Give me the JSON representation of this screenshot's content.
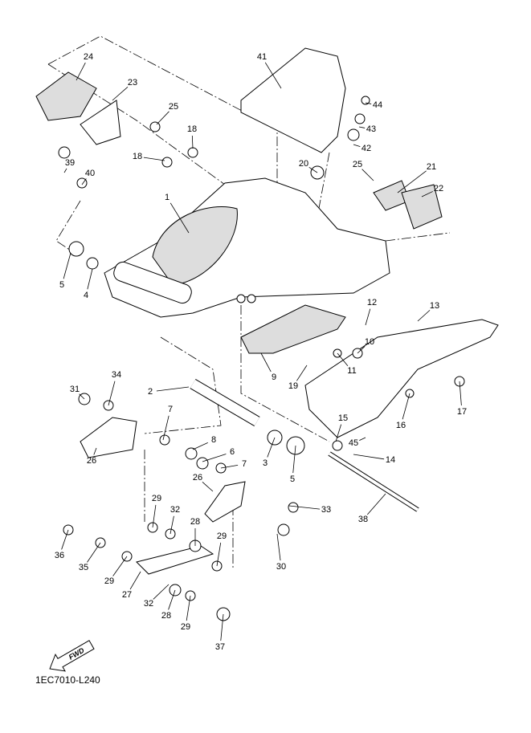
{
  "diagram": {
    "callouts": [
      "24",
      "23",
      "25",
      "41",
      "44",
      "43",
      "42",
      "18",
      "18",
      "20",
      "39",
      "40",
      "25",
      "21",
      "22",
      "1",
      "5",
      "4",
      "12",
      "13",
      "10",
      "11",
      "9",
      "19",
      "2",
      "31",
      "34",
      "7",
      "8",
      "6",
      "7",
      "3",
      "5",
      "15",
      "16",
      "17",
      "45",
      "14",
      "26",
      "26",
      "33",
      "38",
      "29",
      "32",
      "28",
      "29",
      "36",
      "35",
      "29",
      "27",
      "32",
      "28",
      "29",
      "30",
      "37"
    ],
    "fwd_arrow_text": "FWD",
    "drawing_code": "1EC7010-L240"
  }
}
